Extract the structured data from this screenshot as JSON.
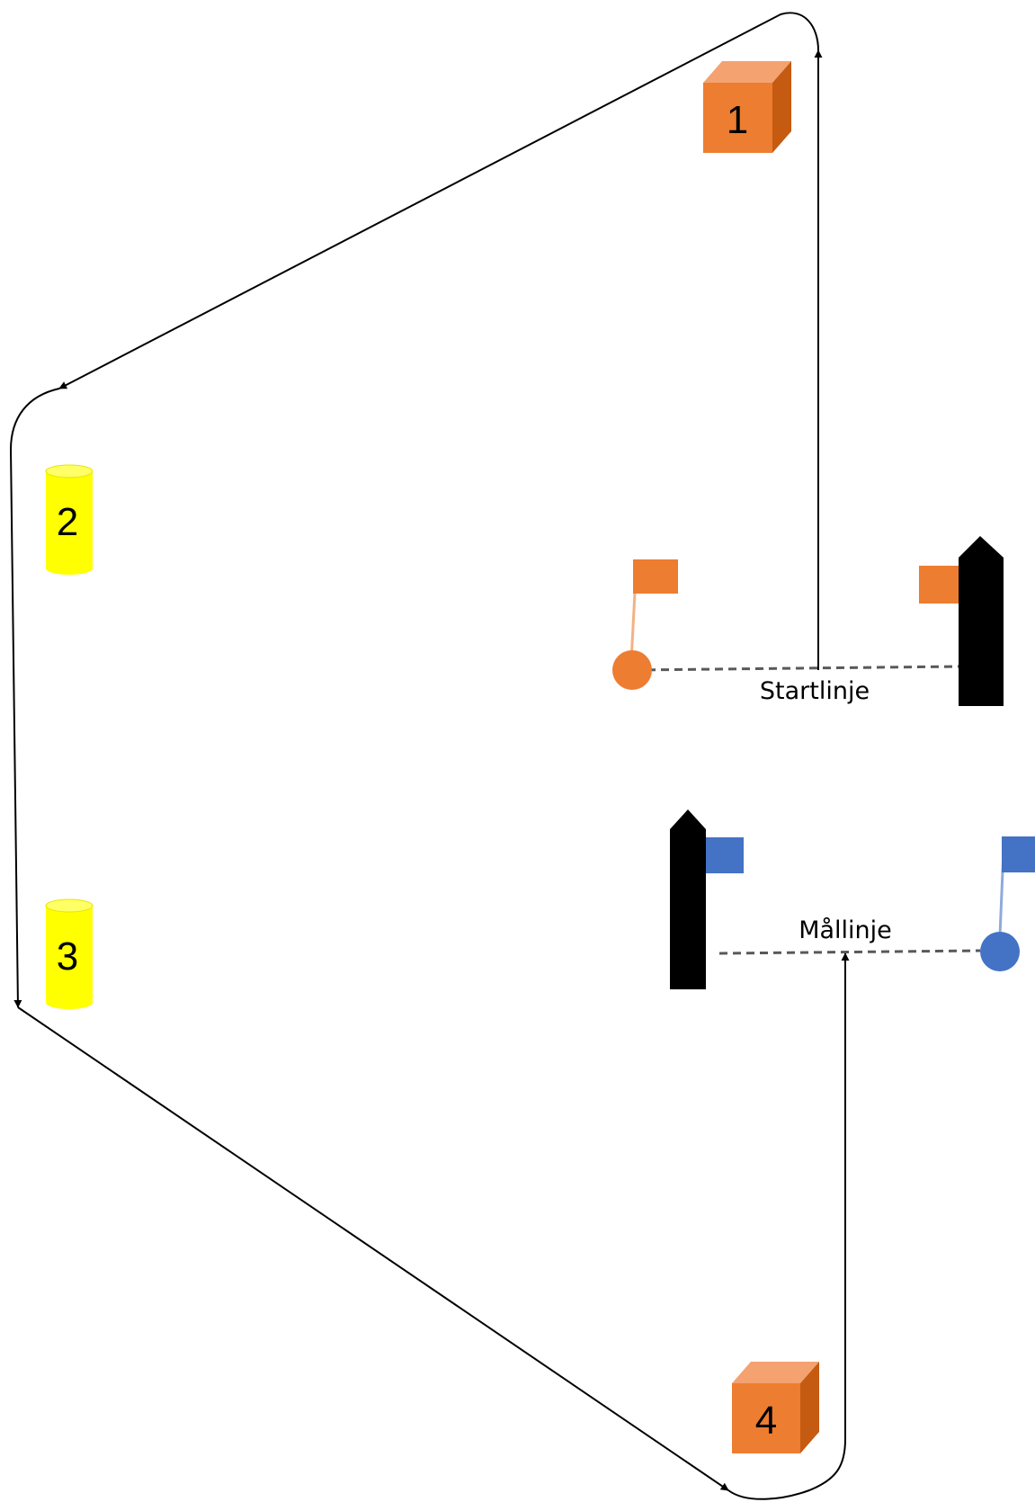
{
  "marks": [
    {
      "id": "1",
      "label": "1",
      "shape": "cube",
      "color": "#ED7D31"
    },
    {
      "id": "2",
      "label": "2",
      "shape": "cylinder",
      "color": "#FFFF00"
    },
    {
      "id": "3",
      "label": "3",
      "shape": "cylinder",
      "color": "#FFFF00"
    },
    {
      "id": "4",
      "label": "4",
      "shape": "cube",
      "color": "#ED7D31"
    }
  ],
  "start_line": {
    "label": "Startlinje",
    "flag_color": "#ED7D31",
    "boat_color": "#000000"
  },
  "finish_line": {
    "label": "Mållinje",
    "flag_color": "#4472C4",
    "boat_color": "#000000"
  },
  "colors": {
    "course_line": "#000000",
    "dashed_line": "#595959"
  }
}
